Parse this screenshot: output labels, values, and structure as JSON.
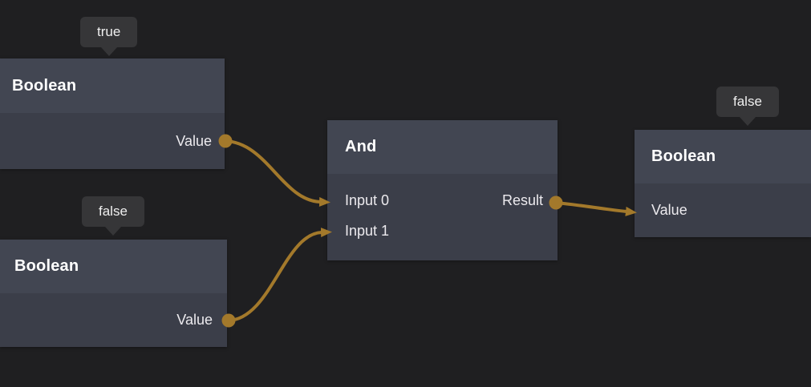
{
  "canvas": {
    "background_color": "#1f1f21",
    "node_header_color": "#424652",
    "node_body_color": "#3b3e49",
    "tooltip_color": "#363638",
    "wire_color": "#a3792b"
  },
  "nodes": [
    {
      "id": "boolean-1",
      "title": "Boolean",
      "tooltip": "true",
      "inputs": [],
      "outputs": [
        {
          "label": "Value"
        }
      ]
    },
    {
      "id": "boolean-2",
      "title": "Boolean",
      "tooltip": "false",
      "inputs": [],
      "outputs": [
        {
          "label": "Value"
        }
      ]
    },
    {
      "id": "and",
      "title": "And",
      "inputs": [
        {
          "label": "Input 0"
        },
        {
          "label": "Input 1"
        }
      ],
      "outputs": [
        {
          "label": "Result"
        }
      ]
    },
    {
      "id": "boolean-3",
      "title": "Boolean",
      "tooltip": "false",
      "inputs": [
        {
          "label": "Value"
        }
      ],
      "outputs": []
    }
  ],
  "connections": [
    {
      "from": "boolean-1.Value",
      "to": "and.Input 0"
    },
    {
      "from": "boolean-2.Value",
      "to": "and.Input 1"
    },
    {
      "from": "and.Result",
      "to": "boolean-3.Value"
    }
  ]
}
